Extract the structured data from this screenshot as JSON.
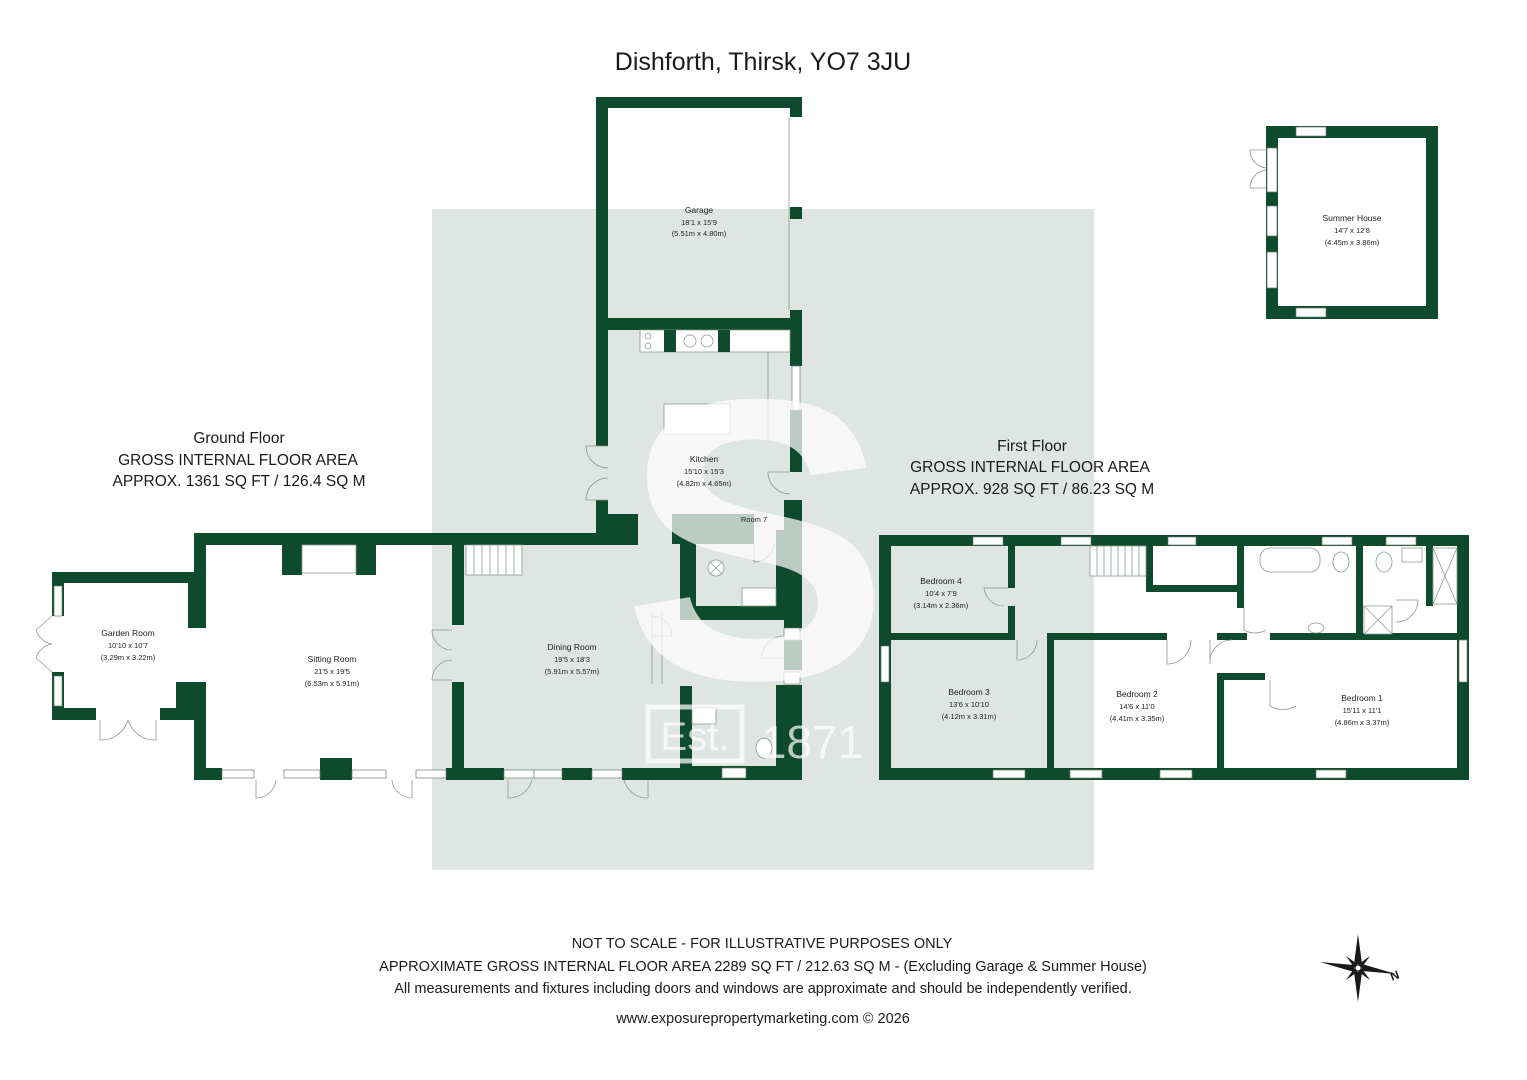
{
  "title": "Dishforth, Thirsk, YO7 3JU",
  "watermark": {
    "letter": "S",
    "est": "Est.",
    "year": "1871"
  },
  "ground_floor": {
    "name": "Ground Floor",
    "area_label": "GROSS INTERNAL FLOOR AREA",
    "area_value": "APPROX. 1361 SQ FT / 126.4 SQ M"
  },
  "first_floor": {
    "name": "First Floor",
    "area_label": "GROSS INTERNAL FLOOR AREA",
    "area_value": "APPROX. 928 SQ FT / 86.23 SQ M"
  },
  "rooms": {
    "garage": {
      "name": "Garage",
      "imperial": "18'1 x 15'9",
      "metric": "(5.51m x 4.80m)"
    },
    "summer_house": {
      "name": "Summer House",
      "imperial": "14'7 x 12'8",
      "metric": "(4.45m x 3.86m)"
    },
    "kitchen": {
      "name": "Kitchen",
      "imperial": "15'10 x 15'3",
      "metric": "(4.82m x 4.65m)"
    },
    "room7": {
      "name": "Room 7"
    },
    "garden_room": {
      "name": "Garden Room",
      "imperial": "10'10 x 10'7",
      "metric": "(3.29m x 3.22m)"
    },
    "sitting_room": {
      "name": "Sitting Room",
      "imperial": "21'5 x 19'5",
      "metric": "(6.53m x 5.91m)"
    },
    "dining_room": {
      "name": "Dining Room",
      "imperial": "19'5 x 18'3",
      "metric": "(5.91m x 5.57m)"
    },
    "bedroom4": {
      "name": "Bedroom 4",
      "imperial": "10'4 x 7'9",
      "metric": "(3.14m x 2.36m)"
    },
    "bedroom3": {
      "name": "Bedroom 3",
      "imperial": "13'6 x 10'10",
      "metric": "(4.12m x 3.31m)"
    },
    "bedroom2": {
      "name": "Bedroom 2",
      "imperial": "14'6 x 11'0",
      "metric": "(4.41m x 3.35m)"
    },
    "bedroom1": {
      "name": "Bedroom 1",
      "imperial": "15'11 x 11'1",
      "metric": "(4.86m x 3.37m)"
    }
  },
  "footer": {
    "line1": "NOT TO SCALE - FOR ILLUSTRATIVE PURPOSES ONLY",
    "line2": "APPROXIMATE GROSS INTERNAL FLOOR AREA 2289 SQ FT / 212.63 SQ M - (Excluding Garage & Summer House)",
    "line3": "All measurements and fixtures including doors and windows are approximate and should be independently verified.",
    "line4": "www.exposurepropertymarketing.com © 2026"
  },
  "compass": {
    "letter": "N"
  },
  "colors": {
    "wall": "#0e4a2c",
    "watermark_panel": "#dfe5e2",
    "watermark_glyph": "#ffffff",
    "background": "#ffffff"
  }
}
